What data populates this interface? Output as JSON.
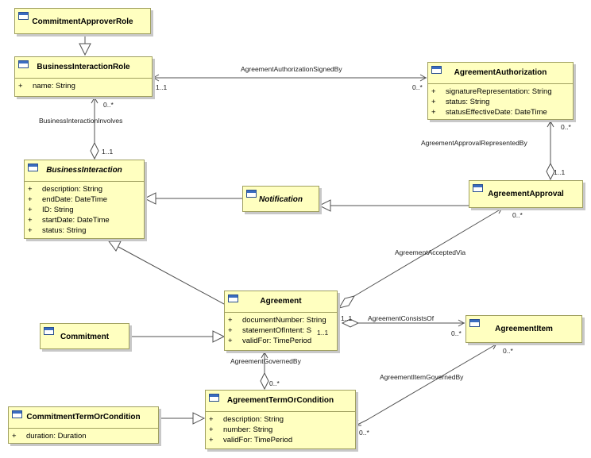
{
  "classes": {
    "commitment_approver_role": {
      "name": "CommitmentApproverRole"
    },
    "business_interaction_role": {
      "name": "BusinessInteractionRole",
      "attributes": [
        {
          "vis": "+",
          "text": "name: String"
        }
      ]
    },
    "agreement_authorization": {
      "name": "AgreementAuthorization",
      "attributes": [
        {
          "vis": "+",
          "text": "signatureRepresentation: String"
        },
        {
          "vis": "+",
          "text": "status: String"
        },
        {
          "vis": "+",
          "text": "statusEffectiveDate: DateTime"
        }
      ]
    },
    "business_interaction": {
      "name": "BusinessInteraction",
      "attributes": [
        {
          "vis": "+",
          "text": "description: String"
        },
        {
          "vis": "+",
          "text": "endDate: DateTime"
        },
        {
          "vis": "+",
          "text": "ID: String"
        },
        {
          "vis": "+",
          "text": "startDate: DateTime"
        },
        {
          "vis": "+",
          "text": "status: String"
        }
      ]
    },
    "notification": {
      "name": "Notification"
    },
    "agreement_approval": {
      "name": "AgreementApproval"
    },
    "agreement": {
      "name": "Agreement",
      "attributes": [
        {
          "vis": "+",
          "text": "documentNumber: String"
        },
        {
          "vis": "+",
          "text": "statementOfIntent: S"
        },
        {
          "vis": "+",
          "text": "validFor: TimePeriod"
        }
      ]
    },
    "commitment": {
      "name": "Commitment"
    },
    "agreement_item": {
      "name": "AgreementItem"
    },
    "agreement_term_or_condition": {
      "name": "AgreementTermOrCondition",
      "attributes": [
        {
          "vis": "+",
          "text": "description: String"
        },
        {
          "vis": "+",
          "text": "number: String"
        },
        {
          "vis": "+",
          "text": "validFor: TimePeriod"
        }
      ]
    },
    "commitment_term_or_condition": {
      "name": "CommitmentTermOrCondition",
      "attributes": [
        {
          "vis": "+",
          "text": "duration: Duration"
        }
      ]
    }
  },
  "associations": {
    "authorization_signed_by": "AgreementAuthorizationSignedBy",
    "interaction_involves": "BusinessInteractionInvolves",
    "approval_represented_by": "AgreementApprovalRepresentedBy",
    "accepted_via": "AgreementAcceptedVia",
    "consists_of": "AgreementConsistsOf",
    "governed_by": "AgreementGovernedBy",
    "item_governed_by": "AgreementItemGovernedBy"
  },
  "multiplicities": {
    "signed_by_role": "1..1",
    "signed_by_auth": "0..*",
    "involves_role": "0..*",
    "involves_interaction": "1..1",
    "represented_auth": "0..*",
    "represented_approval": "1..1",
    "accepted_approval": "0..*",
    "consists_agreement": "1..1",
    "consists_item": "0..*",
    "agreement_attr_overlap": "1..1",
    "governed_term": "0..*",
    "item_governed_item": "0..*",
    "item_governed_term": "0..*"
  }
}
